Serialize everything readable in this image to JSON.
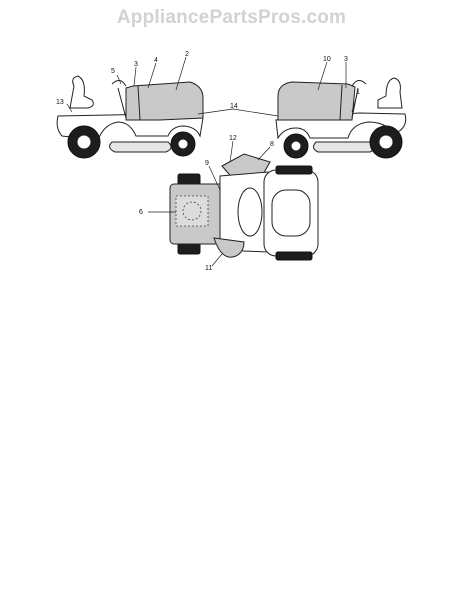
{
  "watermark": "AppliancePartsPros.com",
  "callouts": {
    "c1": "1",
    "c2": "2",
    "c3a": "3",
    "c3b": "3",
    "c4": "4",
    "c5": "5",
    "c6": "6",
    "c8": "8",
    "c9": "9",
    "c10": "10",
    "c11": "11",
    "c12": "12",
    "c13": "13",
    "c14": "14"
  }
}
